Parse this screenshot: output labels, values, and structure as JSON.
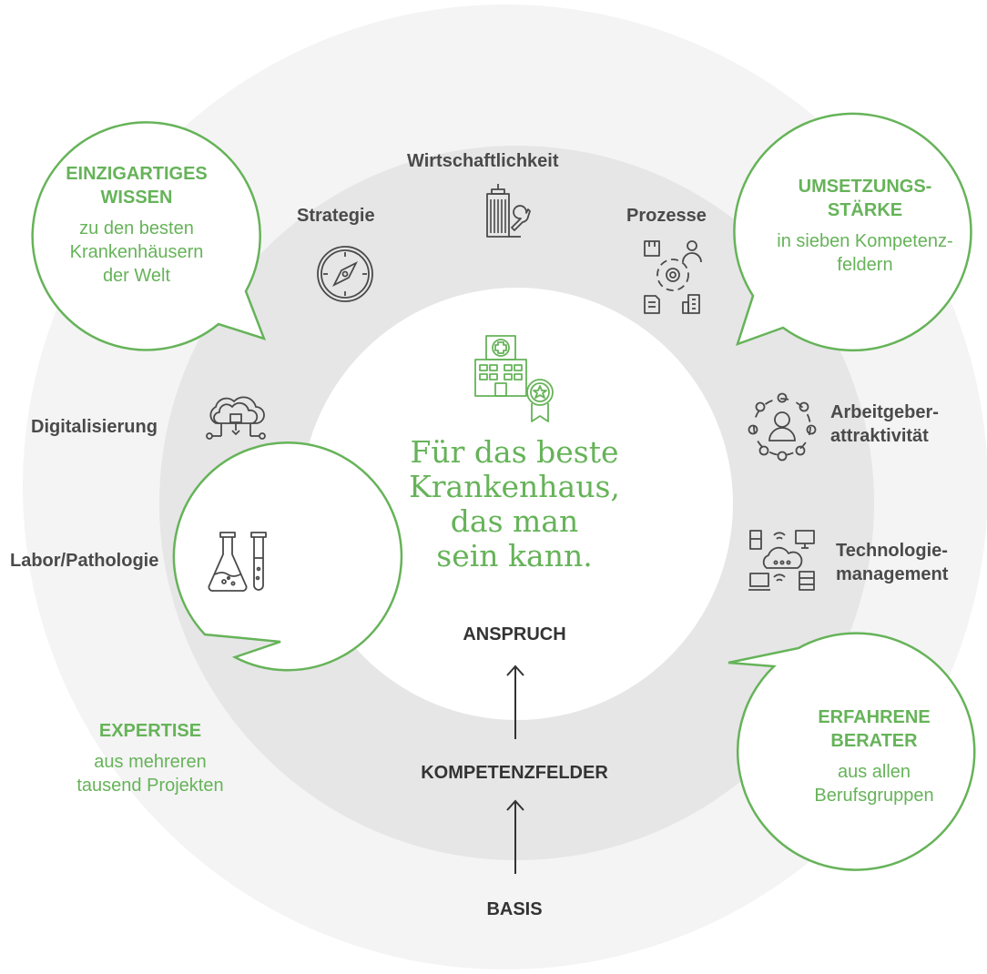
{
  "center": {
    "lines": [
      "Für das beste",
      "Krankenhaus,",
      "das man",
      "sein kann."
    ],
    "icon": "hospital-award-icon"
  },
  "levels": {
    "anspruch": "ANSPRUCH",
    "kompetenzfelder": "KOMPETENZFELDER",
    "basis": "BASIS"
  },
  "competencies": [
    {
      "label": "Wirtschaftlichkeit",
      "icon": "building-wrench-icon"
    },
    {
      "label": "Strategie",
      "icon": "compass-icon"
    },
    {
      "label": "Prozesse",
      "icon": "process-network-icon"
    },
    {
      "label": "Digitalisierung",
      "icon": "cloud-network-icon"
    },
    {
      "label": "Arbeitgeber-",
      "label2": "attraktivität",
      "icon": "people-circle-icon"
    },
    {
      "label": "Labor/Pathologie",
      "icon": "lab-flask-icon"
    },
    {
      "label": "Technologie-",
      "label2": "management",
      "icon": "devices-network-icon"
    }
  ],
  "bubbles": [
    {
      "title": [
        "EINZIGARTIGES",
        "WISSEN"
      ],
      "text": [
        "zu den besten",
        "Krankenhäusern",
        "der Welt"
      ]
    },
    {
      "title": [
        "UMSETZUNGS-",
        "STÄRKE"
      ],
      "text": [
        "in sieben Kompetenz-",
        "feldern"
      ]
    },
    {
      "title": [
        "EXPERTISE"
      ],
      "text": [
        "aus mehreren",
        "tausend Projekten"
      ]
    },
    {
      "title": [
        "ERFAHRENE",
        "BERATER"
      ],
      "text": [
        "aus allen",
        "Berufsgruppen"
      ]
    }
  ],
  "colors": {
    "accent_green": "#66b359",
    "outer_ring": "#f4f4f4",
    "middle_ring": "#e6e6e7",
    "text_dark": "#4a4a4a"
  }
}
